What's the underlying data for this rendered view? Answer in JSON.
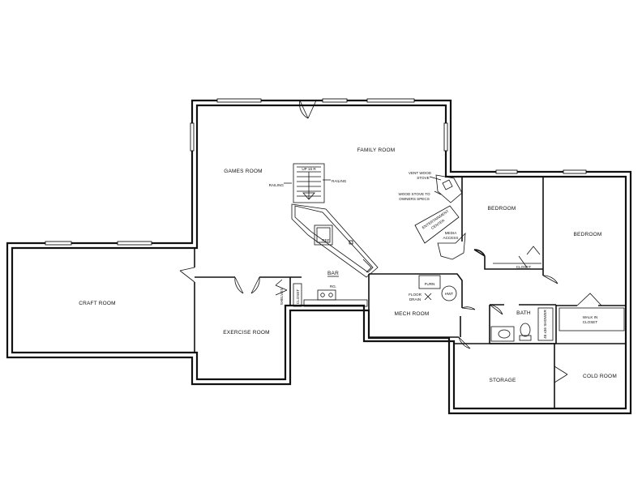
{
  "rooms": {
    "family_room": "FAMILY ROOM",
    "games_room": "GAMES ROOM",
    "craft_room": "CRAFT ROOM",
    "exercise_room": "EXERCISE ROOM",
    "bedroom_1": "BEDROOM",
    "bedroom_2": "BEDROOM",
    "mech_room": "MECH ROOM",
    "bath": "BATH",
    "storage": "STORAGE",
    "cold_room": "COLD ROOM",
    "walk_in_closet_line1": "WALK IN",
    "walk_in_closet_line2": "CLOSET",
    "closet_bedroom": "CLOSET",
    "closet_exercise": "CLOSET",
    "bar": "BAR"
  },
  "labels": {
    "stair": "UP 16 R",
    "railing_left": "RAILING",
    "railing_right": "RAILING",
    "vent_line1": "VENT WOOD",
    "vent_line2": "STOVE",
    "wood_stove_line1": "WOOD STOVE TO",
    "wood_stove_line2": "OWNERS SPECS",
    "media_line1": "MEDIA",
    "media_line2": "ACCESS",
    "entertainment_line1": "ENTERTAINMENT",
    "entertainment_line2": "CENTER",
    "furn": "FURN",
    "hwt": "HWT",
    "floor_drain_line1": "FLOOR",
    "floor_drain_line2": "DRAIN",
    "ref": "REF",
    "rg": "RG.",
    "shelves": "SHELVES",
    "shower": "48 x36 SHOWER"
  }
}
